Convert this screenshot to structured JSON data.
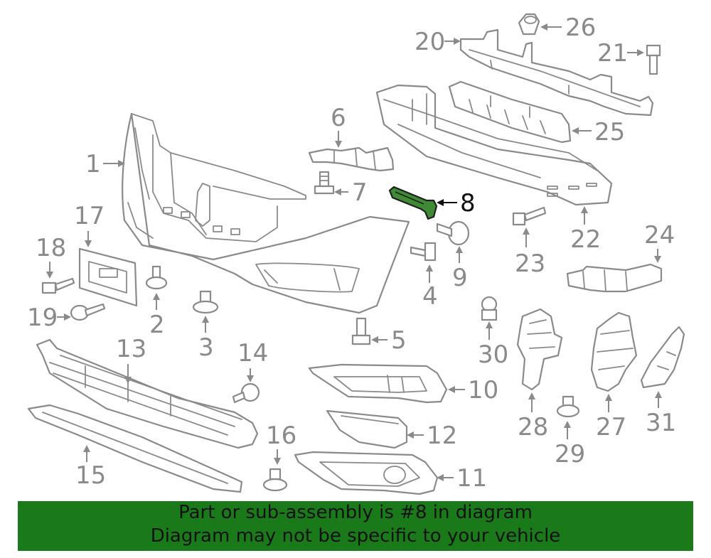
{
  "callouts": {
    "c1": "1",
    "c2": "2",
    "c3": "3",
    "c4": "4",
    "c5": "5",
    "c6": "6",
    "c7": "7",
    "c8": "8",
    "c9": "9",
    "c10": "10",
    "c11": "11",
    "c12": "12",
    "c13": "13",
    "c14": "14",
    "c15": "15",
    "c16": "16",
    "c17": "17",
    "c18": "18",
    "c19": "19",
    "c20": "20",
    "c21": "21",
    "c22": "22",
    "c23": "23",
    "c24": "24",
    "c25": "25",
    "c26": "26",
    "c27": "27",
    "c28": "28",
    "c29": "29",
    "c30": "30",
    "c31": "31"
  },
  "highlighted_part": "8",
  "colors": {
    "highlight": "#3f8a35",
    "banner": "#1a7a1a",
    "line_art": "#8a8a8a"
  },
  "banner": {
    "line1": "Part or sub-assembly is #8 in diagram",
    "line2": "Diagram may not be specific to your vehicle"
  }
}
